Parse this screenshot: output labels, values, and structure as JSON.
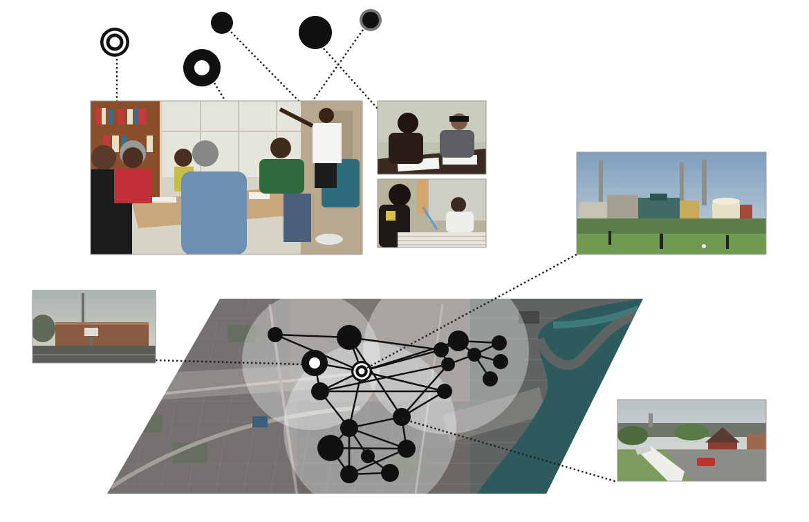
{
  "figure": {
    "description_text": "",
    "palette": {
      "background": "#ffffff",
      "node": "#111111",
      "node_grey": "#555555",
      "edge": "#111111",
      "leader": "#222222",
      "halo": "#e8e8e8",
      "map_land": "#6f6b69",
      "map_water": "#2c5b5e",
      "map_road": "#9a9893"
    },
    "photos": [
      {
        "id": "meeting",
        "name": "photo-community-meeting"
      },
      {
        "id": "writing_pair",
        "name": "photo-residents-writing"
      },
      {
        "id": "notetaking",
        "name": "photo-residents-notetaking"
      },
      {
        "id": "power_plant",
        "name": "photo-power-plant-field"
      },
      {
        "id": "building",
        "name": "photo-roadside-building"
      },
      {
        "id": "neighborhood",
        "name": "photo-neighborhood-houses"
      }
    ],
    "legend_symbols": [
      {
        "type": "target",
        "icon": "target-ring-icon"
      },
      {
        "type": "dot-small",
        "icon": "small-dot-icon"
      },
      {
        "type": "ring",
        "icon": "ring-icon"
      },
      {
        "type": "dot-large",
        "icon": "large-dot-icon"
      },
      {
        "type": "dot-grey-outline",
        "icon": "outlined-dot-icon"
      }
    ],
    "network": {
      "node_count": 20,
      "edge_count": 36
    }
  }
}
